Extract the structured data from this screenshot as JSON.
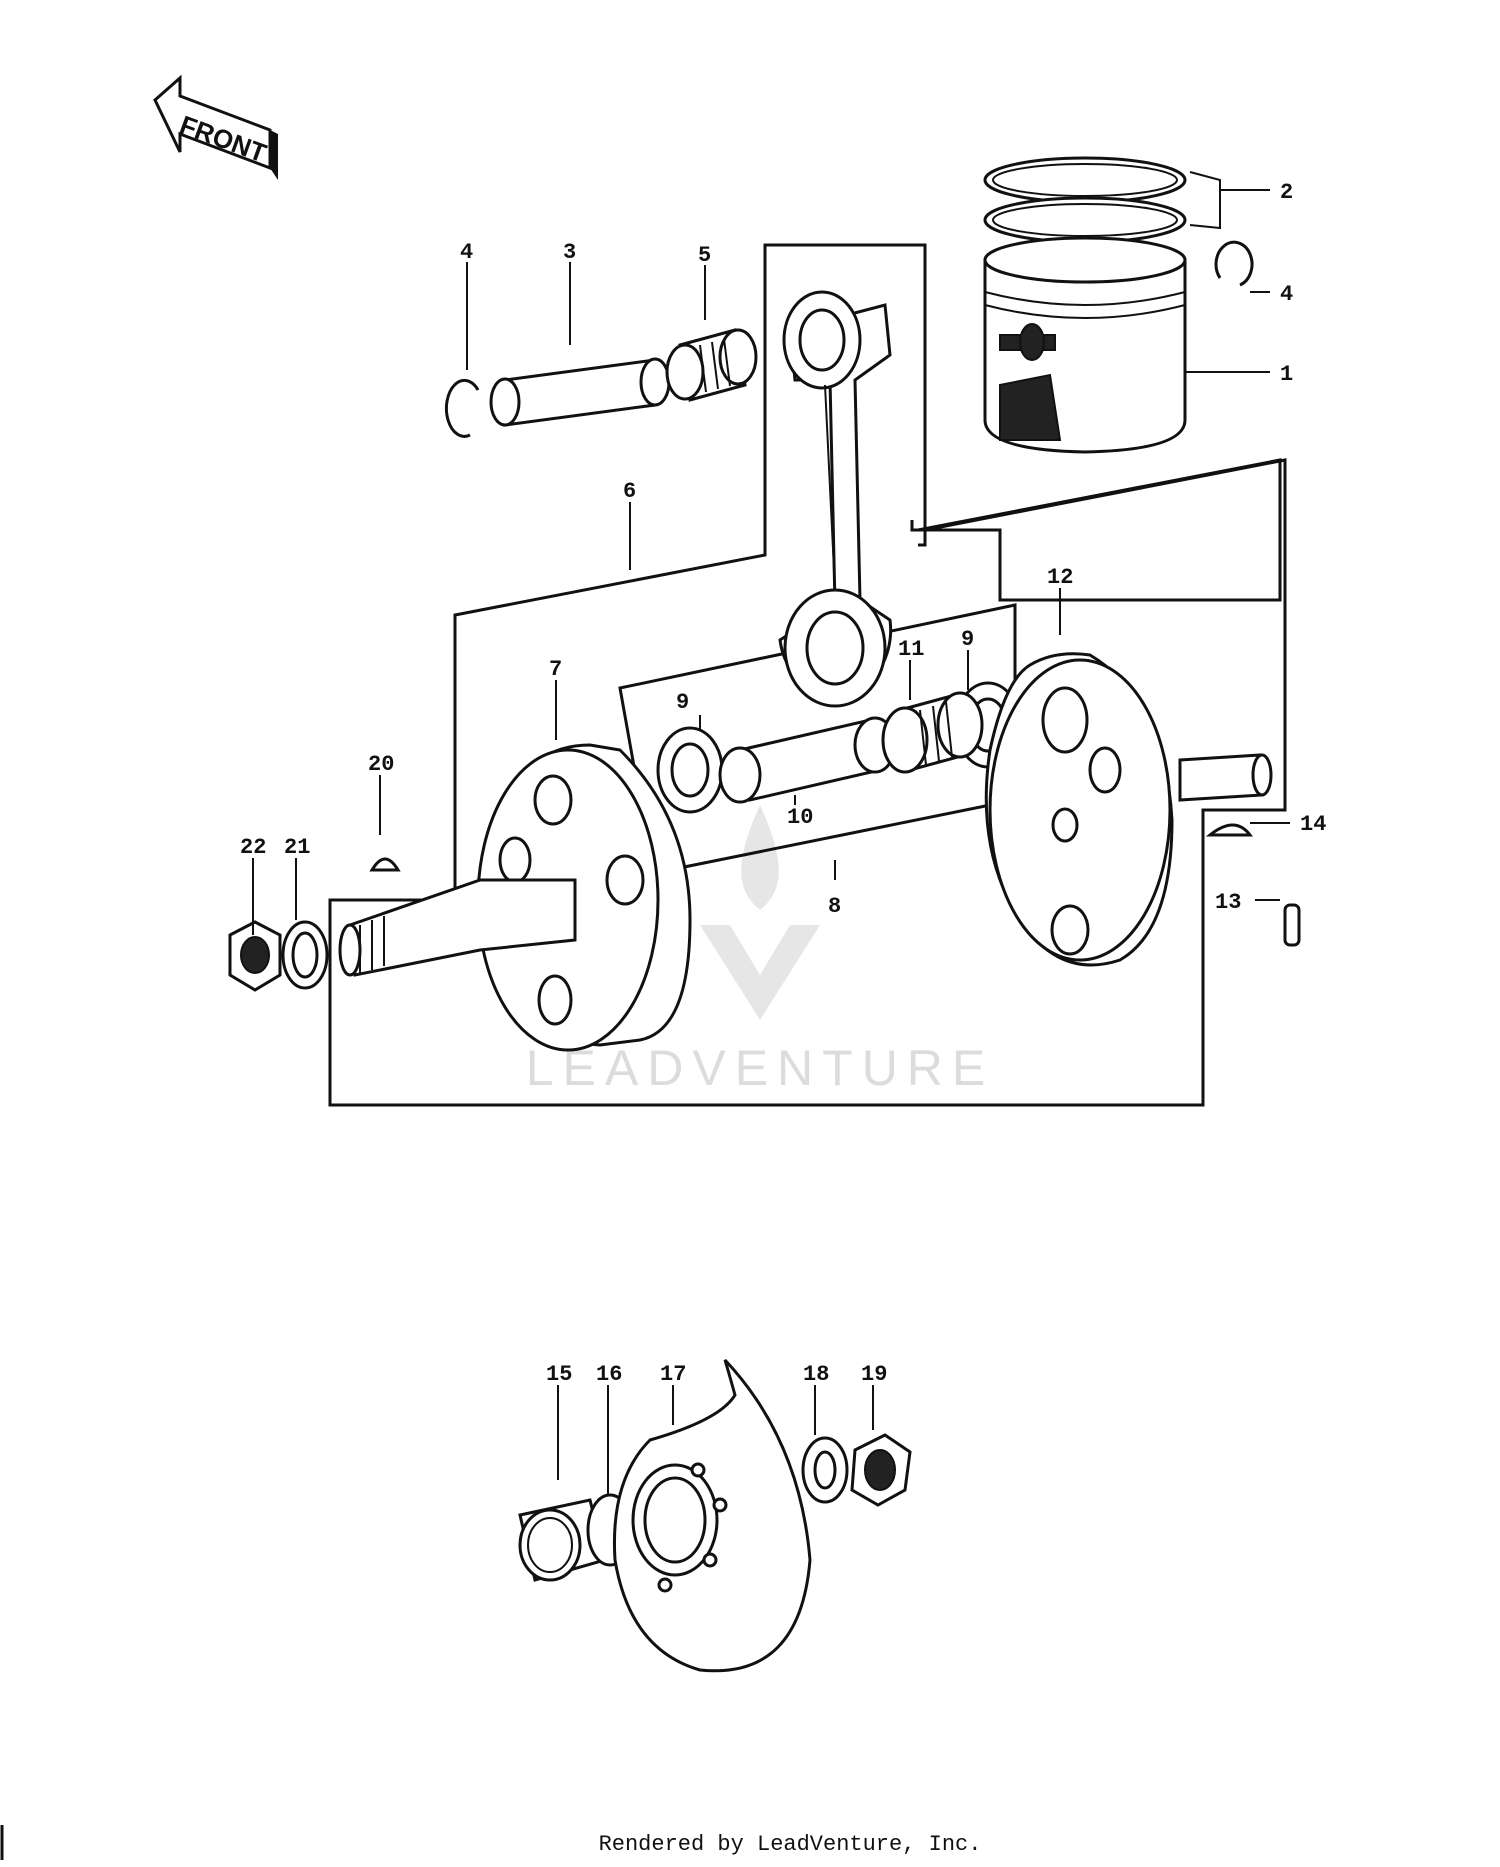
{
  "front_label": "FRONT",
  "callouts": [
    {
      "id": "c1",
      "text": "1"
    },
    {
      "id": "c2",
      "text": "2"
    },
    {
      "id": "c3",
      "text": "3"
    },
    {
      "id": "c4a",
      "text": "4"
    },
    {
      "id": "c4b",
      "text": "4"
    },
    {
      "id": "c5",
      "text": "5"
    },
    {
      "id": "c6",
      "text": "6"
    },
    {
      "id": "c7",
      "text": "7"
    },
    {
      "id": "c8",
      "text": "8"
    },
    {
      "id": "c9a",
      "text": "9"
    },
    {
      "id": "c9b",
      "text": "9"
    },
    {
      "id": "c10",
      "text": "10"
    },
    {
      "id": "c11",
      "text": "11"
    },
    {
      "id": "c12",
      "text": "12"
    },
    {
      "id": "c13",
      "text": "13"
    },
    {
      "id": "c14",
      "text": "14"
    },
    {
      "id": "c15",
      "text": "15"
    },
    {
      "id": "c16",
      "text": "16"
    },
    {
      "id": "c17",
      "text": "17"
    },
    {
      "id": "c18",
      "text": "18"
    },
    {
      "id": "c19",
      "text": "19"
    },
    {
      "id": "c20",
      "text": "20"
    },
    {
      "id": "c21",
      "text": "21"
    },
    {
      "id": "c22",
      "text": "22"
    }
  ],
  "watermark": "LEADVENTURE",
  "footer": "Rendered by LeadVenture, Inc."
}
